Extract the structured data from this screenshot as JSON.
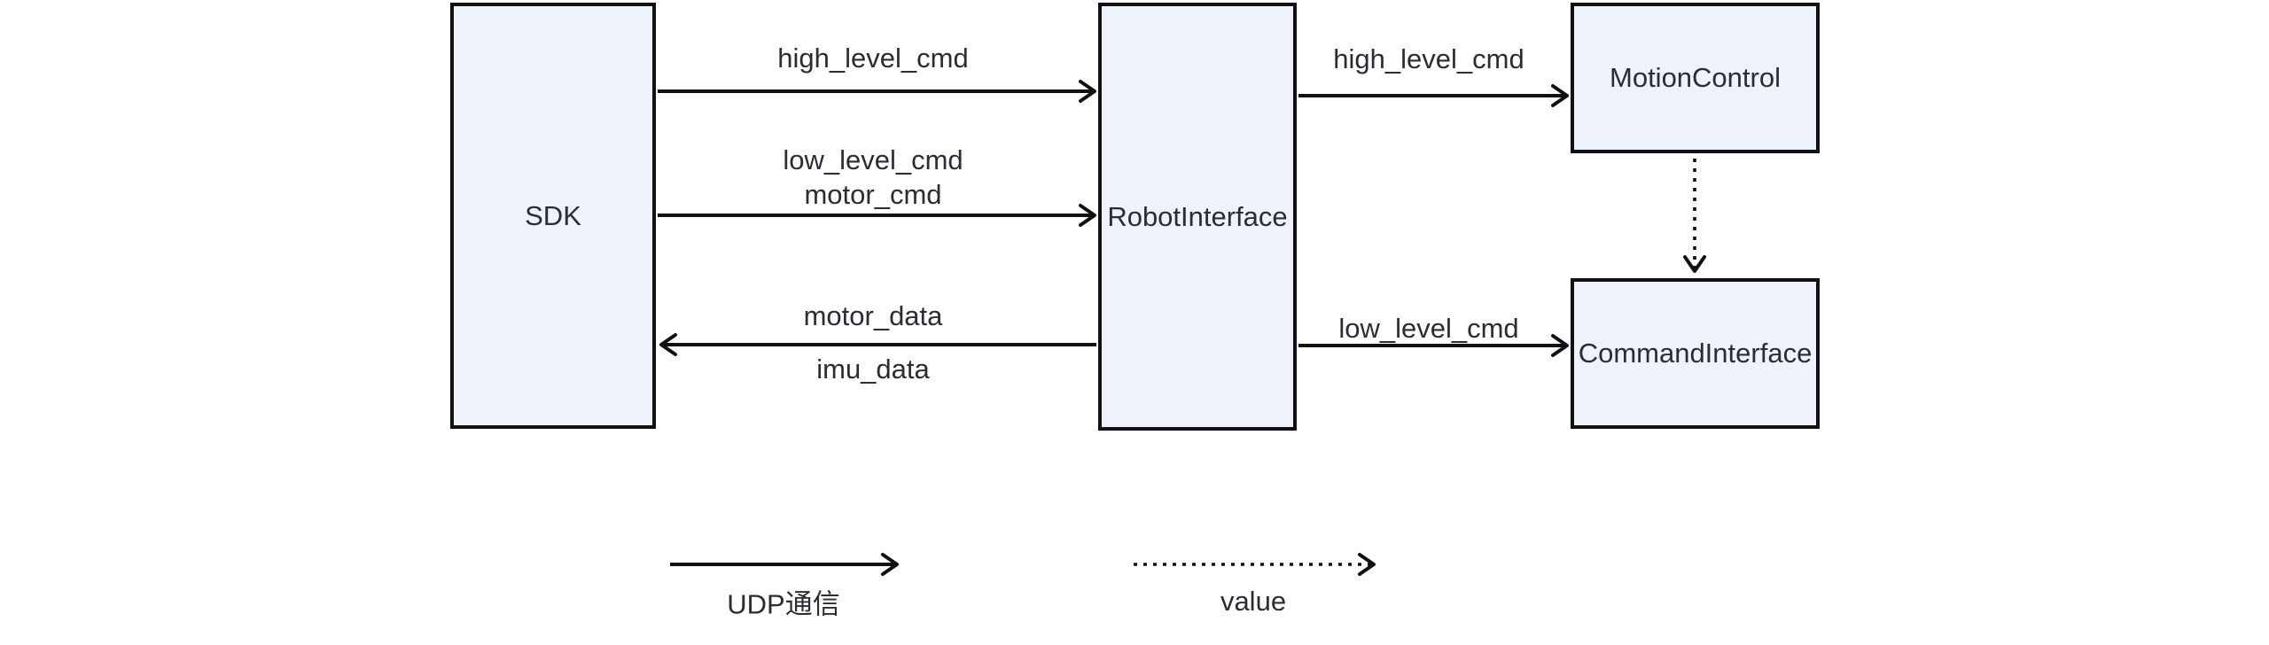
{
  "diagram": {
    "nodes": {
      "sdk": {
        "label": "SDK"
      },
      "robot_interface": {
        "label": "RobotInterface"
      },
      "motion_control": {
        "label": "MotionControl"
      },
      "command_interface": {
        "label": "CommandInterface"
      }
    },
    "edges": {
      "sdk_to_robot_high": {
        "label": "high_level_cmd",
        "style": "solid",
        "direction": "right"
      },
      "sdk_to_robot_low": {
        "line1": "low_level_cmd",
        "line2": "motor_cmd",
        "style": "solid",
        "direction": "right"
      },
      "robot_to_sdk_data": {
        "line1": "motor_data",
        "line2": "imu_data",
        "style": "solid",
        "direction": "left"
      },
      "robot_to_motion": {
        "label": "high_level_cmd",
        "style": "solid",
        "direction": "right"
      },
      "robot_to_command": {
        "label": "low_level_cmd",
        "style": "solid",
        "direction": "right"
      },
      "motion_to_command": {
        "style": "dotted",
        "direction": "down"
      }
    },
    "legend": {
      "solid_arrow_label": "UDP通信",
      "dotted_arrow_label": "value"
    },
    "colors": {
      "node_fill": "#eef2fb",
      "stroke": "#101015",
      "text": "#2c2c36",
      "background": "#ffffff"
    }
  }
}
